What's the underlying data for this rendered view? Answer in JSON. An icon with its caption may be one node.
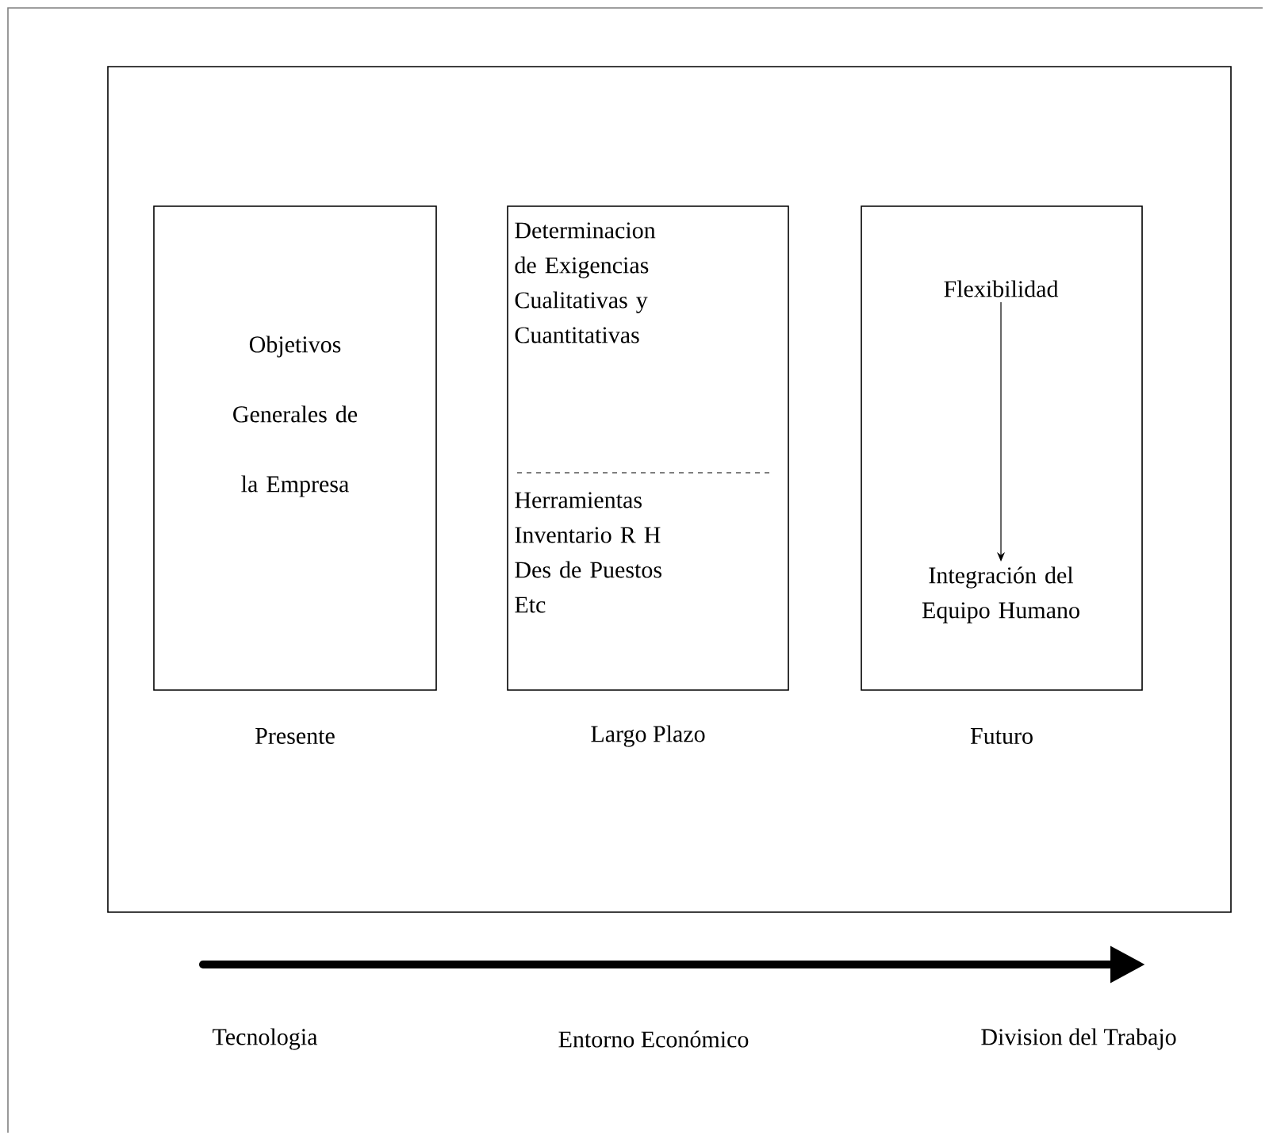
{
  "diagram": {
    "nodes": [
      {
        "text": [],
        "shape": "box"
      },
      {
        "text": [
          "Objetivos Generales de la Empresa"
        ],
        "in": 0,
        "beside": [
          "Presente"
        ]
      },
      {
        "text": [
          "Determinacion de Exigencias Cualitativas y Cuantitativas",
          "Herramientas Inventario R H Des de Puestos Etc"
        ],
        "in": 0,
        "beside": [
          "Largo Plazo"
        ]
      },
      {
        "text": [],
        "shape": "box",
        "in": 0,
        "beside": [
          "Futuro"
        ]
      },
      {
        "text": [
          "Flexibilidad"
        ],
        "in": 3
      },
      {
        "text": [
          "Integración del Equipo Humano"
        ],
        "in": 3
      }
    ],
    "edges": [
      {
        "from": 4,
        "to": 5,
        "arrow": "to"
      }
    ],
    "labels": [
      "Tecnologia",
      "Entorno Económico",
      "Division del Trabajo"
    ]
  }
}
